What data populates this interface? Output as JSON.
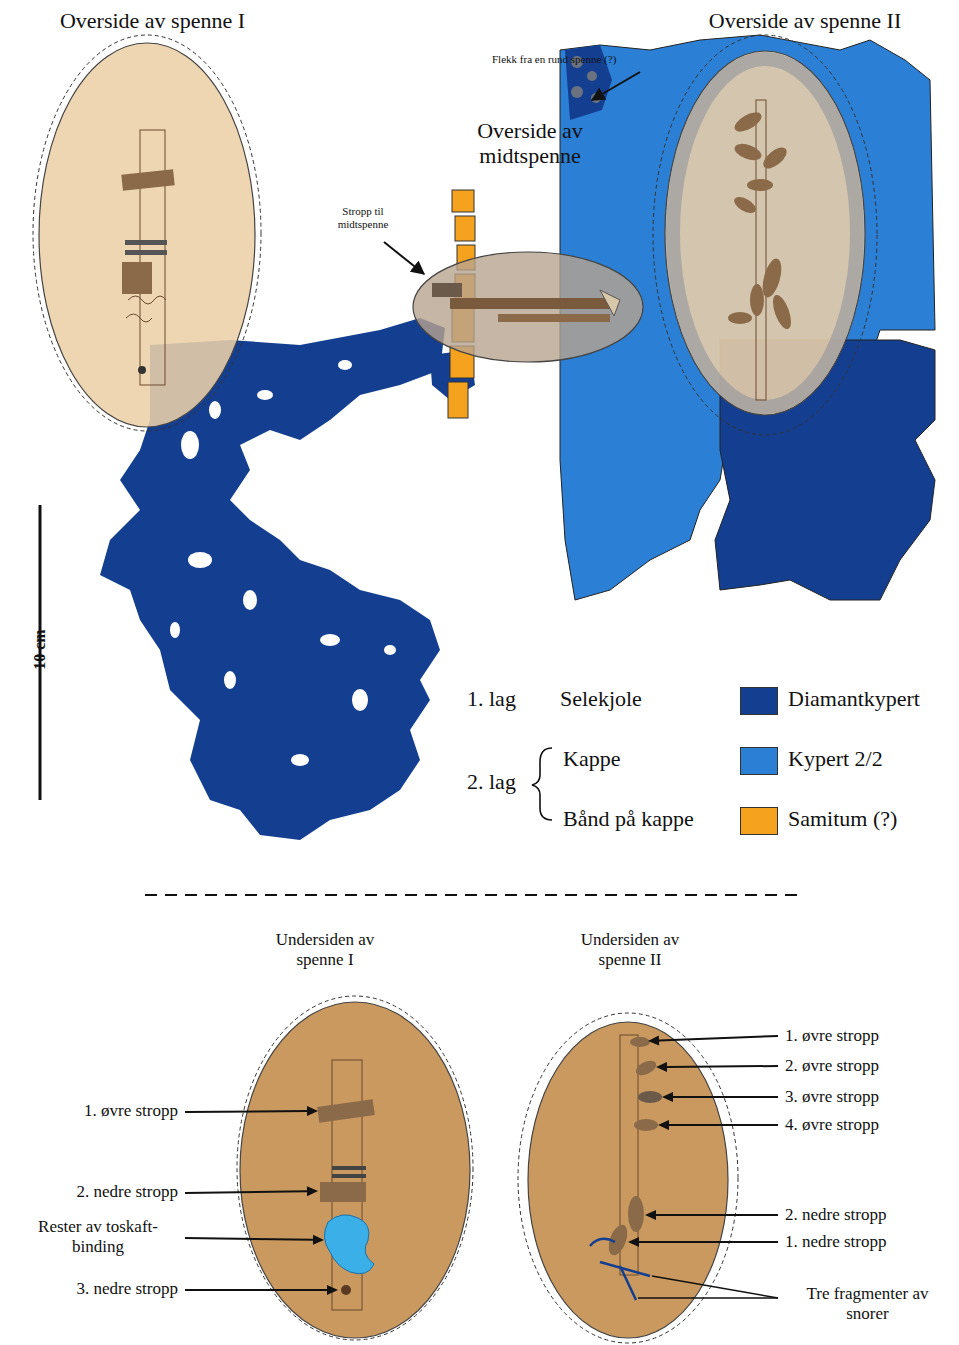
{
  "diagram": {
    "nodes": [
      {
        "text": [
          "Overside av spenne I"
        ]
      },
      {
        "text": [
          "Overside av midtspenne"
        ]
      },
      {
        "text": [
          "Overside av spenne II"
        ]
      },
      {
        "text": [
          "Undersiden av spenne I"
        ]
      },
      {
        "text": [
          "Undersiden av spenne II"
        ]
      }
    ],
    "labels": [
      "Flekk fra en rund spenne (?)",
      "Stropp til midtspenne",
      "10 cm",
      "1. lag",
      "Selekjole",
      "2. lag",
      "Kappe",
      "Bånd på kappe",
      "1. øvre stropp",
      "2. nedre stropp",
      "Rester av toskaft-binding",
      "3. nedre stropp",
      "1. øvre stropp",
      "2. øvre stropp",
      "3. øvre stropp",
      "4. øvre stropp",
      "2. nedre stropp",
      "1. nedre stropp",
      "Tre fragmenter av snorer"
    ],
    "legend": [
      {
        "text": "Diamantkypert",
        "color": "#143f91"
      },
      {
        "text": "Kypert 2/2",
        "color": "#2b7fd4"
      },
      {
        "text": "Samitum (?)",
        "color": "#f5a21f"
      }
    ]
  }
}
